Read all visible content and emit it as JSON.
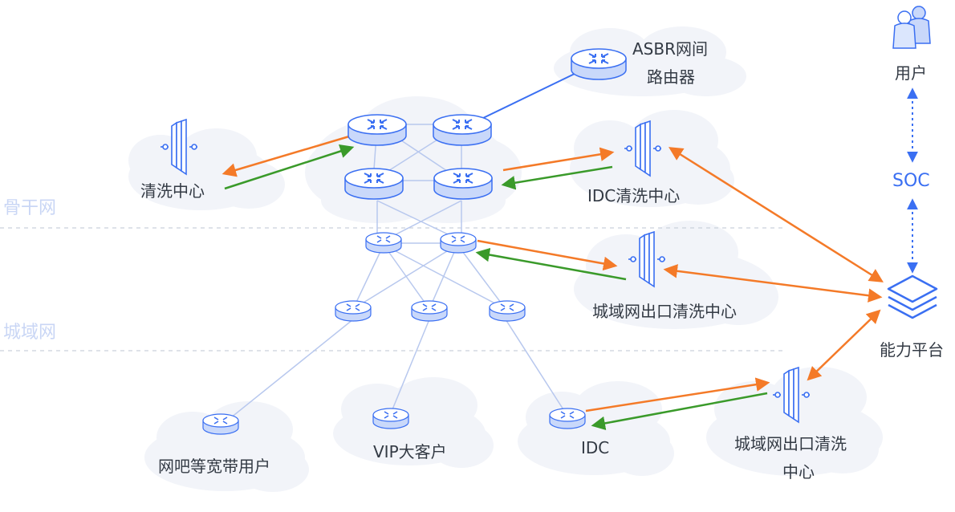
{
  "zones": {
    "backbone": "骨干网",
    "metro": "城域网"
  },
  "labels": {
    "asbr_line1": "ASBR网间",
    "asbr_line2": "路由器",
    "scrub_center": "清洗中心",
    "idc_scrub": "IDC清洗中心",
    "metro_exit_scrub": "城域网出口清洗中心",
    "metro_exit_scrub2_line1": "城域网出口清洗",
    "metro_exit_scrub2_line2": "中心",
    "internet_cafe": "网吧等宽带用户",
    "vip": "VIP大客户",
    "idc": "IDC",
    "users": "用户",
    "soc": "SOC",
    "platform": "能力平台"
  },
  "colors": {
    "router_fill": "#e8efff",
    "router_stroke": "#3a6ff2",
    "link": "#b8c8ee",
    "orange": "#f47a28",
    "green": "#3a9a2a",
    "blue": "#3a6ff2",
    "cloud": "#f3f5fa",
    "zone_text": "#c9d6f5"
  },
  "icons": [
    "router-icon",
    "firewall-icon",
    "users-icon",
    "layers-icon"
  ]
}
